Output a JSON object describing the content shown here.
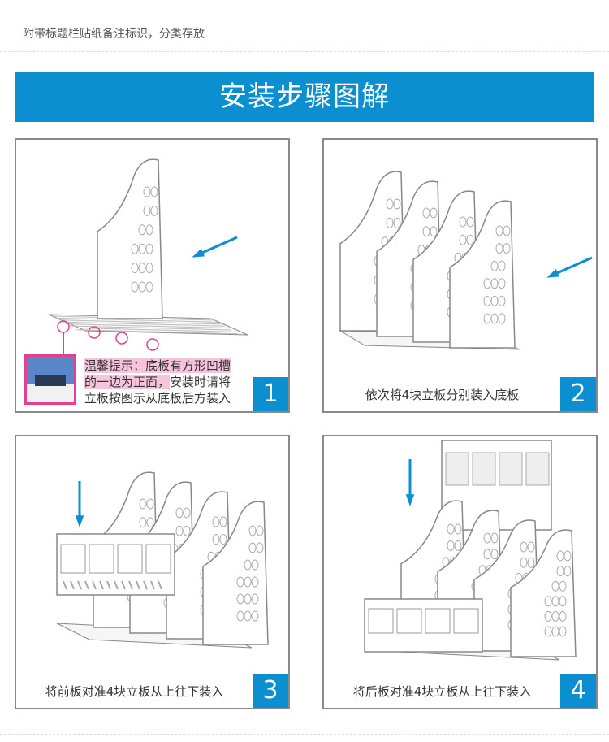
{
  "header": {
    "note": "附带标题栏贴纸备注标识，分类存放"
  },
  "banner": {
    "title": "安装步骤图解"
  },
  "steps": [
    {
      "number": "1",
      "tip_highlight_1": "温馨提示：底板有方形凹槽",
      "tip_highlight_2": "的一边为正面，",
      "tip_rest_1": "安装时请将",
      "tip_rest_2": "立板按图示从底板后方装入"
    },
    {
      "number": "2",
      "caption": "依次将4块立板分别装入底板"
    },
    {
      "number": "3",
      "caption": "将前板对准4块立板从上往下装入"
    },
    {
      "number": "4",
      "caption": "将后板对准4块立板从上往下装入"
    }
  ],
  "colors": {
    "accent": "#0b8fd1",
    "highlight": "#f7c4dd",
    "marker": "#e0428f"
  }
}
